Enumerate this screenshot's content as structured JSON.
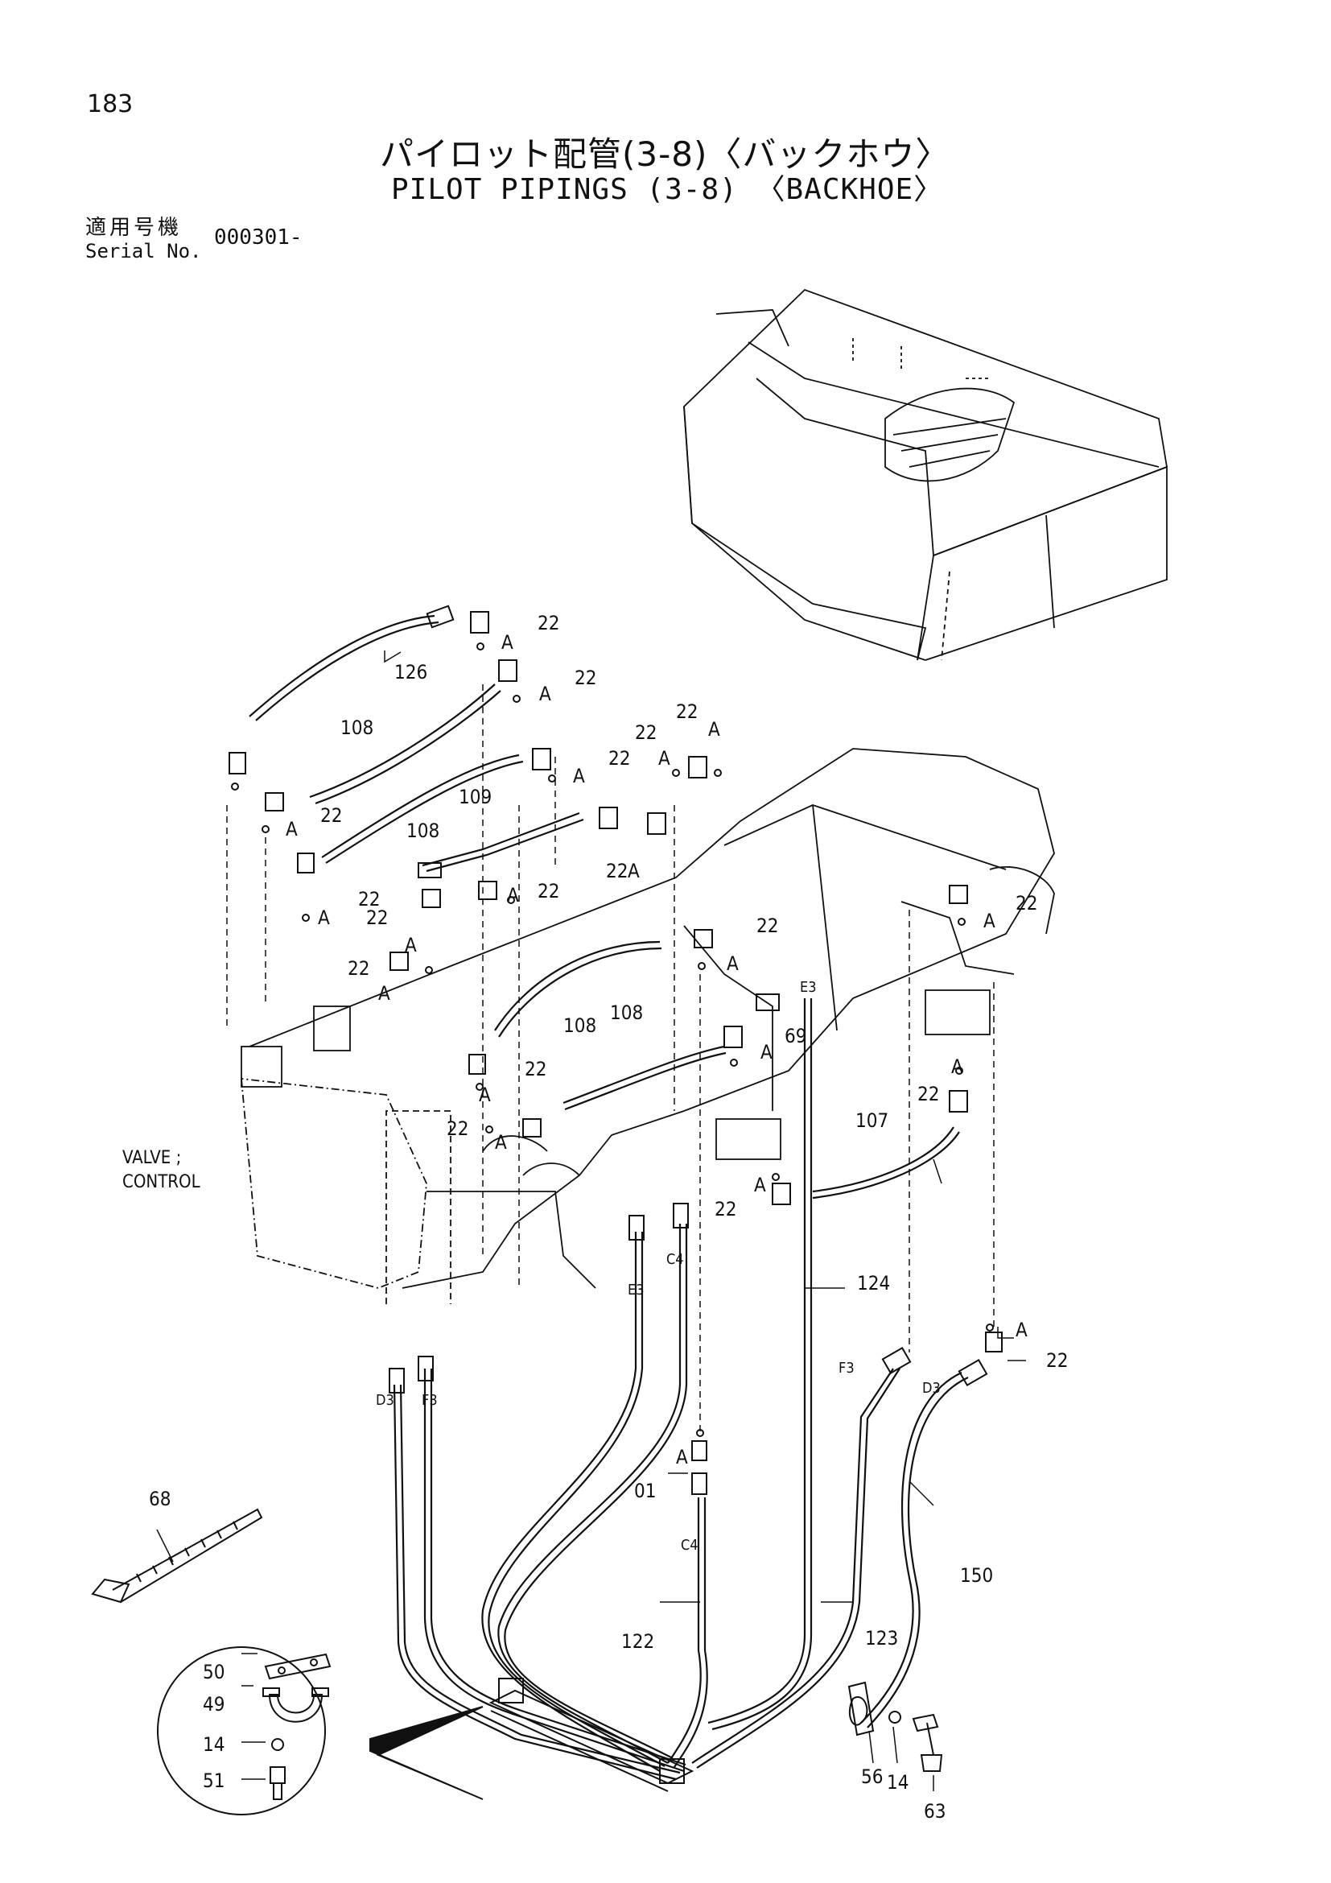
{
  "header": {
    "page_number": "183",
    "title_jp": "パイロット配管(3-8)〈バックホウ〉",
    "title_en": "PILOT PIPINGS (3-8) 〈BACKHOE〉",
    "serial_label_jp": "適用号機",
    "serial_label_en": "Serial No.",
    "serial_value": "000301-"
  },
  "labels": {
    "valve_line1": "VALVE ;",
    "valve_line2": "CONTROL"
  },
  "part_numbers": {
    "p126": "126",
    "p108": "108",
    "p109": "109",
    "p107": "107",
    "p124": "124",
    "p122": "122",
    "p123": "123",
    "p150": "150",
    "p69": "69",
    "p68": "68",
    "p01": "01",
    "p50": "50",
    "p49": "49",
    "p14": "14",
    "p51": "51",
    "p56": "56",
    "p63": "63",
    "p22": "22"
  },
  "port_codes": {
    "D3": "D3",
    "F3": "F3",
    "E3": "E3",
    "C4": "C4"
  },
  "detail_ref": "A"
}
